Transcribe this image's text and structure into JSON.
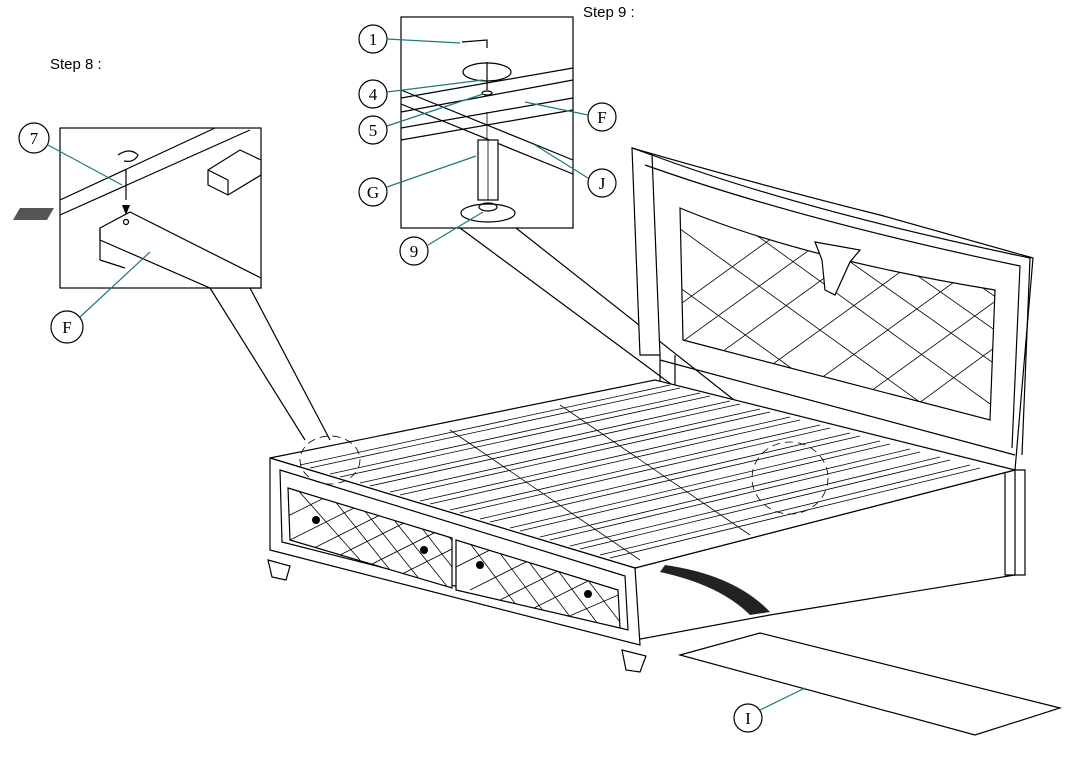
{
  "steps": {
    "step8": "Step 8 :",
    "step9": "Step 9 :"
  },
  "callouts": {
    "c1": "1",
    "c4": "4",
    "c5": "5",
    "cF_top": "F",
    "cG": "G",
    "cJ": "J",
    "c9": "9",
    "c7": "7",
    "cF_left": "F",
    "cI": "I"
  },
  "colors": {
    "line": "#000000",
    "leader": "#1f7a7a",
    "background": "#ffffff"
  }
}
